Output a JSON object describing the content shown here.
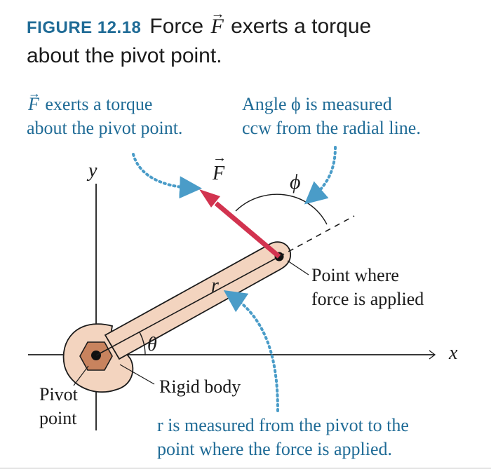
{
  "figure": {
    "label": "FIGURE 12.18",
    "caption_part1": "Force",
    "caption_symbol": "F",
    "caption_part2": "exerts a torque",
    "caption_line2": "about the pivot point."
  },
  "annotations": {
    "force_note_symbol": "F",
    "force_note_line1": "exerts a torque",
    "force_note_line2": "about the pivot point.",
    "angle_note_line1": "Angle ϕ is measured",
    "angle_note_line2": "ccw from the radial line.",
    "point_note_line1": "Point where",
    "point_note_line2": "force is applied",
    "rigid_body": "Rigid body",
    "pivot_line1": "Pivot",
    "pivot_line2": "point",
    "r_note_line1": "r is measured from the pivot to the",
    "r_note_line2": "point where the force is applied."
  },
  "symbols": {
    "y_axis": "y",
    "x_axis": "x",
    "force": "F",
    "phi": "ϕ",
    "r": "r",
    "theta": "θ"
  },
  "colors": {
    "accent_blue": "#1f6b96",
    "force_arrow": "#d2334f",
    "wrench_fill": "#f3d4bf",
    "wrench_stroke": "#1b1b1b",
    "pivot_nut": "#c8835e",
    "text": "#1b1b1b"
  }
}
